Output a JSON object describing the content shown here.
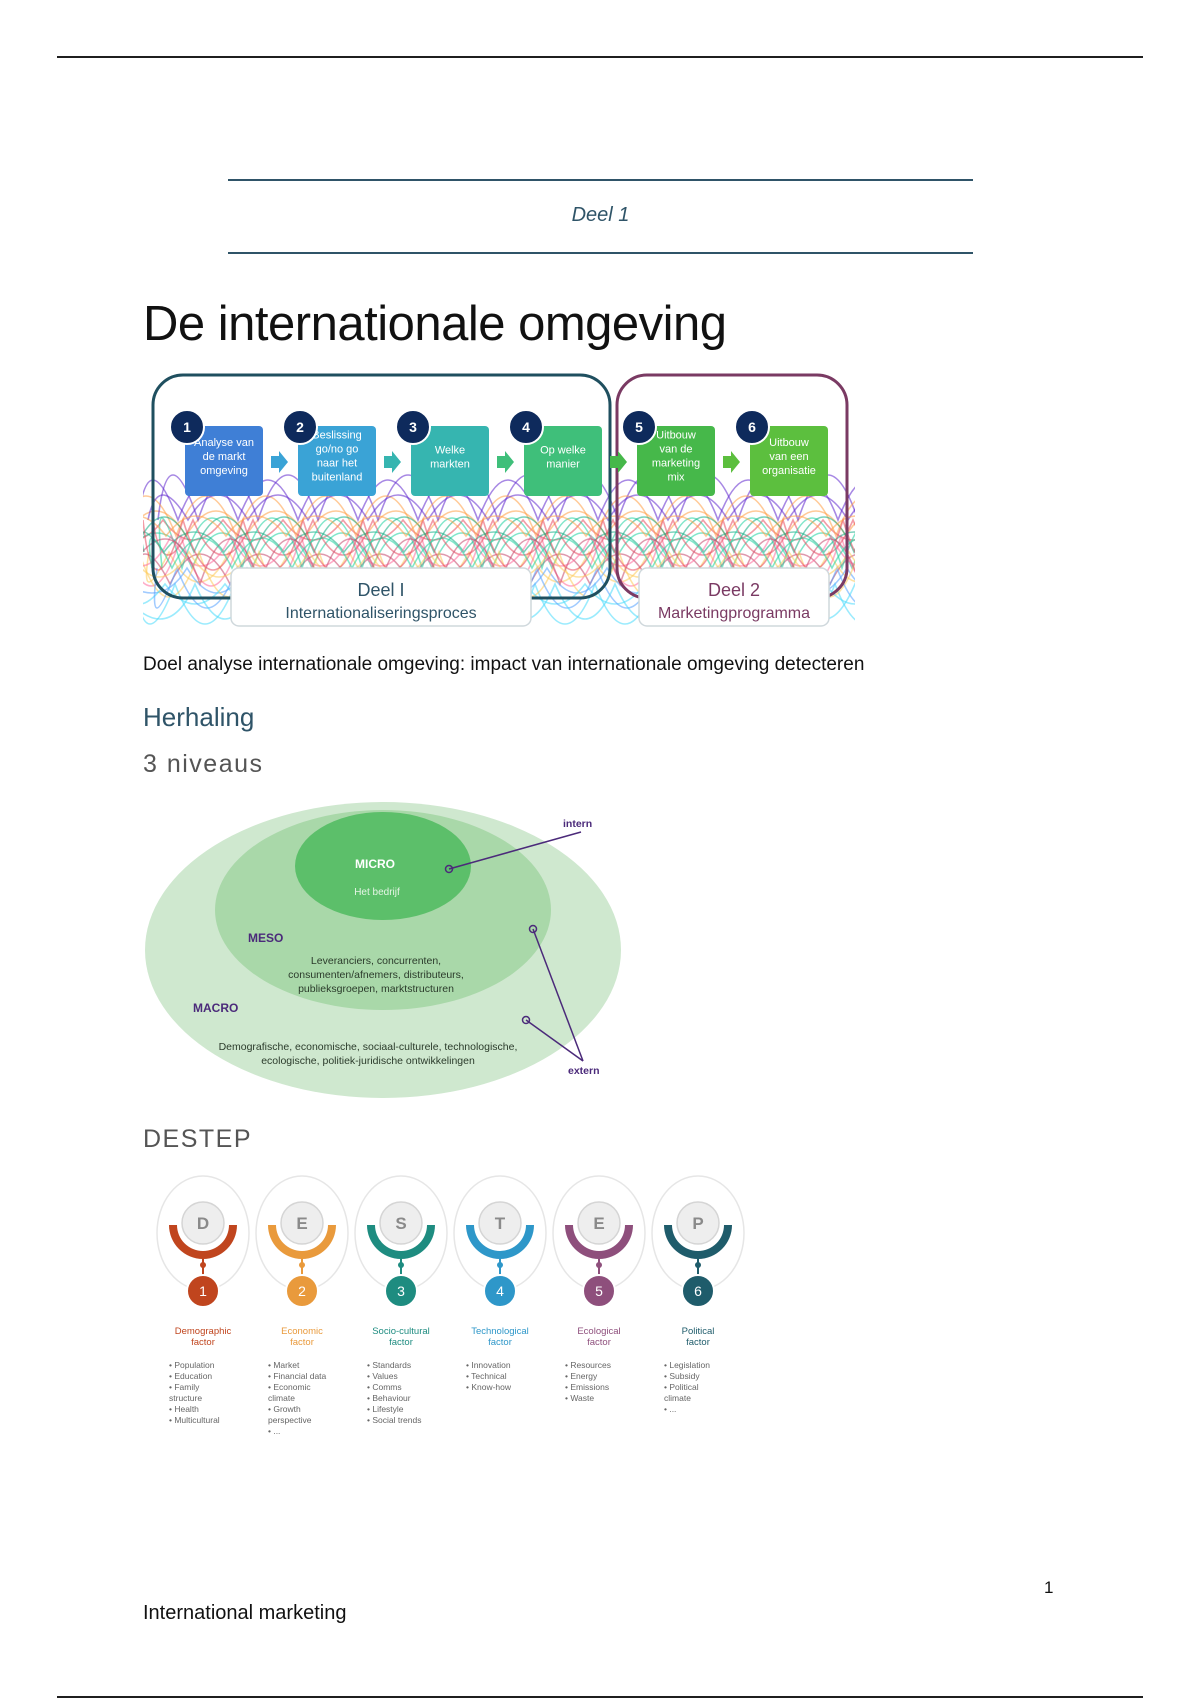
{
  "header": {
    "section_label": "Deel 1"
  },
  "title": "De internationale omgeving",
  "process_figure": {
    "steps": [
      {
        "num": "1",
        "lines": [
          "Analyse van",
          "de markt",
          "omgeving"
        ],
        "color": "#3f7fd6"
      },
      {
        "num": "2",
        "lines": [
          "Beslissing",
          "go/no go",
          "naar het",
          "buitenland"
        ],
        "color": "#3aa3d6"
      },
      {
        "num": "3",
        "lines": [
          "Welke",
          "markten"
        ],
        "color": "#36b5b0"
      },
      {
        "num": "4",
        "lines": [
          "Op welke",
          "manier"
        ],
        "color": "#3fbf7a"
      },
      {
        "num": "5",
        "lines": [
          "Uitbouw",
          "van de",
          "marketing",
          "mix"
        ],
        "color": "#46b84a"
      },
      {
        "num": "6",
        "lines": [
          "Uitbouw",
          "van een",
          "organisatie"
        ],
        "color": "#5cbf3e"
      }
    ],
    "part1": {
      "title": "Deel I",
      "subtitle": "Internationaliseringsproces"
    },
    "part2": {
      "title": "Deel 2",
      "subtitle": "Marketingprogramma"
    }
  },
  "goal_text": "Doel analyse internationale omgeving: impact van internationale omgeving detecteren",
  "section_heading": "Herhaling",
  "niveaus": {
    "heading": "3 niveaus",
    "micro_title": "MICRO",
    "micro_sub": "Het bedrijf",
    "meso_title": "MESO",
    "meso_text": [
      "Leveranciers, concurrenten,",
      "consumenten/afnemers, distributeurs,",
      "publieksgroepen, marktstructuren"
    ],
    "macro_title": "MACRO",
    "macro_text": [
      "Demografische, economische, sociaal-culturele, technologische,",
      "ecologische, politiek-juridische ontwikkelingen"
    ],
    "intern_label": "intern",
    "extern_label": "extern"
  },
  "destep": {
    "heading": "DESTEP",
    "factors": [
      {
        "letter": "D",
        "num": "1",
        "title": [
          "Demographic",
          "factor"
        ],
        "color": "#c0451e",
        "items": [
          "• Population",
          "• Education",
          "• Family",
          "   structure",
          "• Health",
          "• Multicultural"
        ]
      },
      {
        "letter": "E",
        "num": "2",
        "title": [
          "Economic",
          "factor"
        ],
        "color": "#e99a3c",
        "items": [
          "• Market",
          "• Financial data",
          "• Economic",
          "   climate",
          "• Growth",
          "   perspective",
          "• ..."
        ]
      },
      {
        "letter": "S",
        "num": "3",
        "title": [
          "Socio-cultural",
          "factor"
        ],
        "color": "#1e8c80",
        "items": [
          "• Standards",
          "• Values",
          "• Comms",
          "• Behaviour",
          "• Lifestyle",
          "• Social trends"
        ]
      },
      {
        "letter": "T",
        "num": "4",
        "title": [
          "Technological",
          "factor"
        ],
        "color": "#2e97c9",
        "items": [
          "• Innovation",
          "• Technical",
          "• Know-how"
        ]
      },
      {
        "letter": "E",
        "num": "5",
        "title": [
          "Ecological",
          "factor"
        ],
        "color": "#8e4f7c",
        "items": [
          "• Resources",
          "• Energy",
          "• Emissions",
          "• Waste"
        ]
      },
      {
        "letter": "P",
        "num": "6",
        "title": [
          "Political",
          "factor"
        ],
        "color": "#1f5c6b",
        "items": [
          "• Legislation",
          "• Subsidy",
          "• Political",
          "   climate",
          "• ..."
        ]
      }
    ]
  },
  "footer": {
    "title": "International marketing",
    "page": "1"
  }
}
